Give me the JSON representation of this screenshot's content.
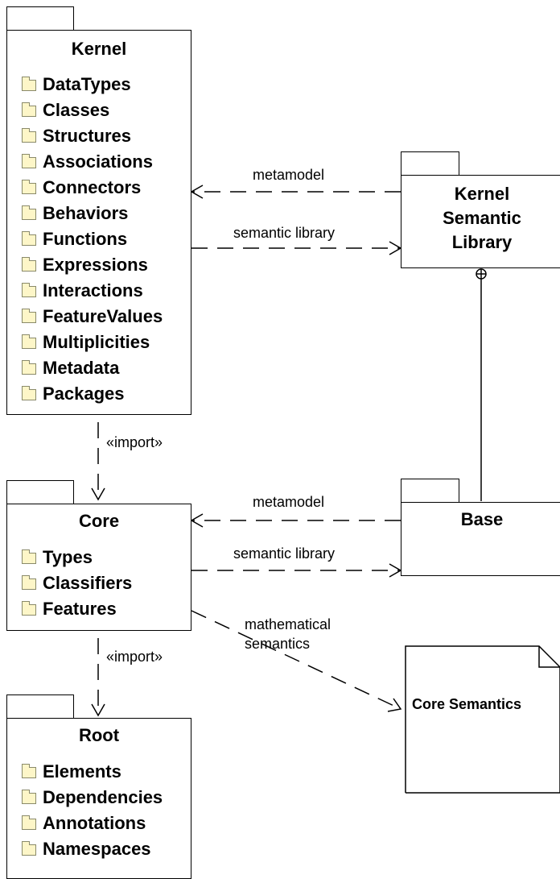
{
  "packages": {
    "kernel": {
      "title": "Kernel",
      "items": [
        "DataTypes",
        "Classes",
        "Structures",
        "Associations",
        "Connectors",
        "Behaviors",
        "Functions",
        "Expressions",
        "Interactions",
        "FeatureValues",
        "Multiplicities",
        "Metadata",
        "Packages"
      ]
    },
    "kernel_semantic_library": {
      "title_lines": [
        "Kernel",
        "Semantic",
        "Library"
      ]
    },
    "core": {
      "title": "Core",
      "items": [
        "Types",
        "Classifiers",
        "Features"
      ]
    },
    "base": {
      "title": "Base"
    },
    "root": {
      "title": "Root",
      "items": [
        "Elements",
        "Dependencies",
        "Annotations",
        "Namespaces"
      ]
    }
  },
  "note": {
    "text": "Core Semantics"
  },
  "relations": {
    "kernel_metamodel": "metamodel",
    "kernel_semantic_library": "semantic library",
    "kernel_core_import": "«import»",
    "core_metamodel": "metamodel",
    "core_semantic_library": "semantic library",
    "core_root_import": "«import»",
    "core_math": [
      "mathematical",
      "semantics"
    ]
  }
}
